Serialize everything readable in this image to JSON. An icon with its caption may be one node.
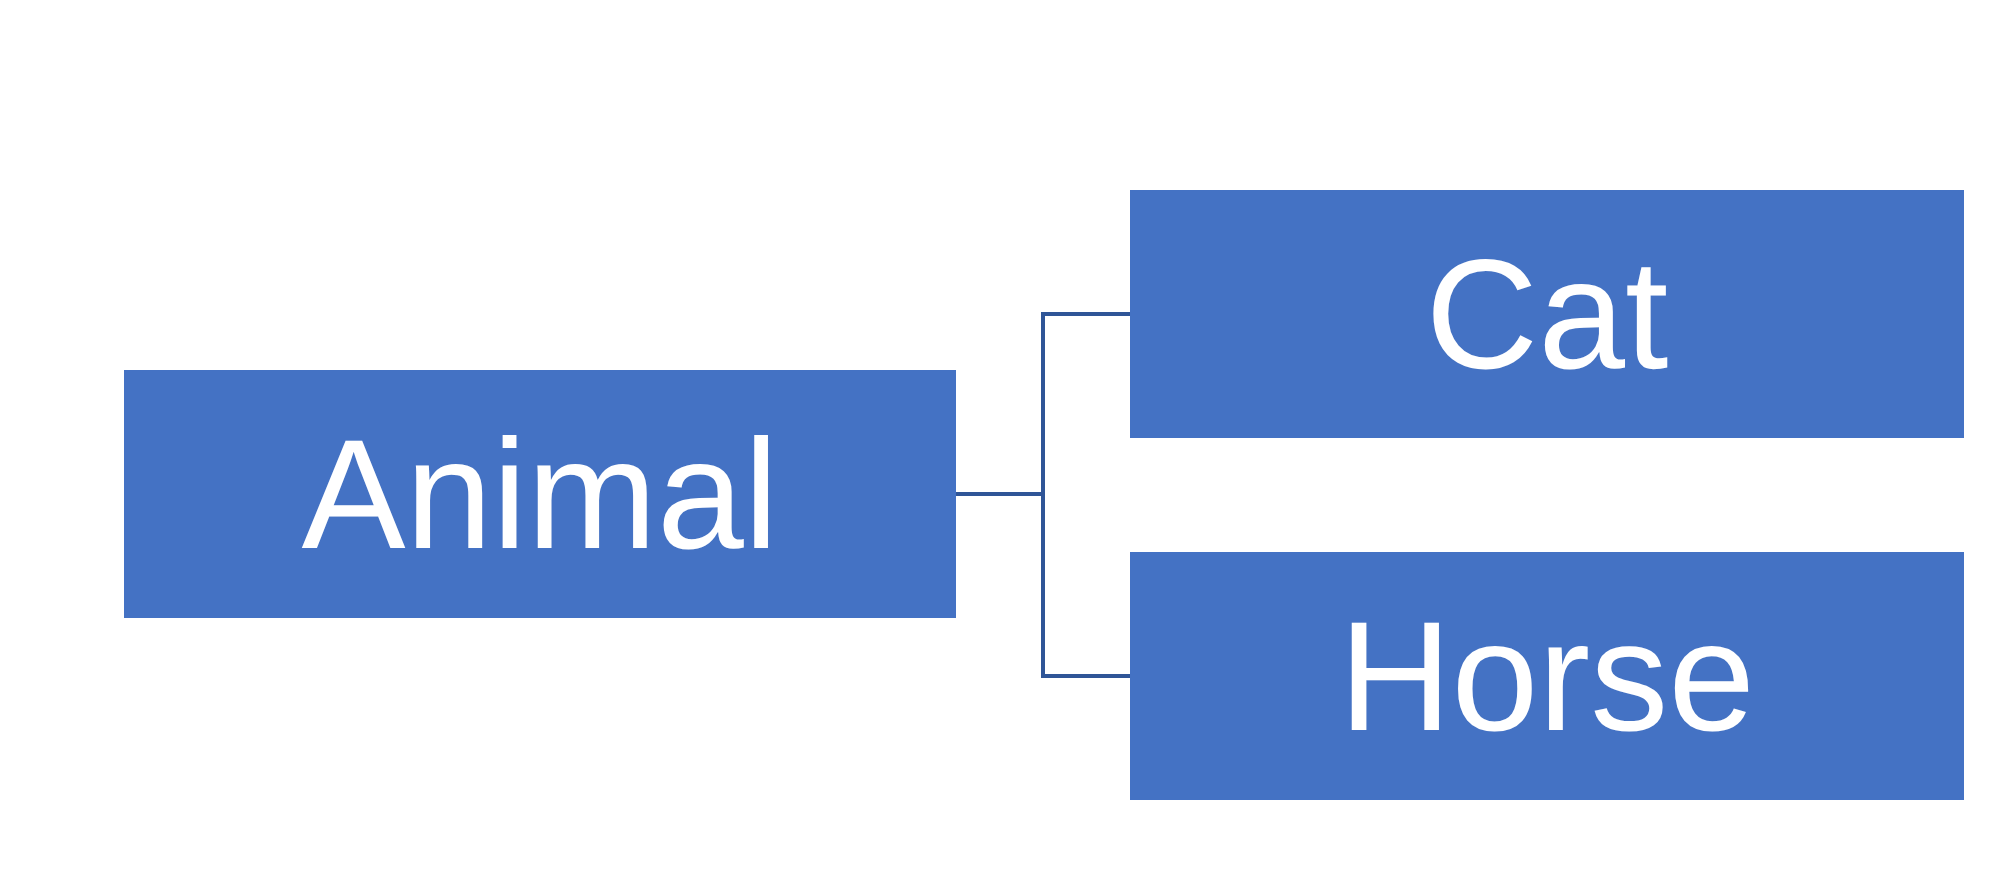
{
  "diagram": {
    "nodes": [
      {
        "text": [
          "Animal"
        ]
      },
      {
        "text": [
          "Cat"
        ]
      },
      {
        "text": [
          "Horse"
        ]
      }
    ],
    "edges": [
      {
        "from": 0,
        "to": 1,
        "arrow": "none"
      },
      {
        "from": 0,
        "to": 2,
        "arrow": "none"
      }
    ]
  }
}
